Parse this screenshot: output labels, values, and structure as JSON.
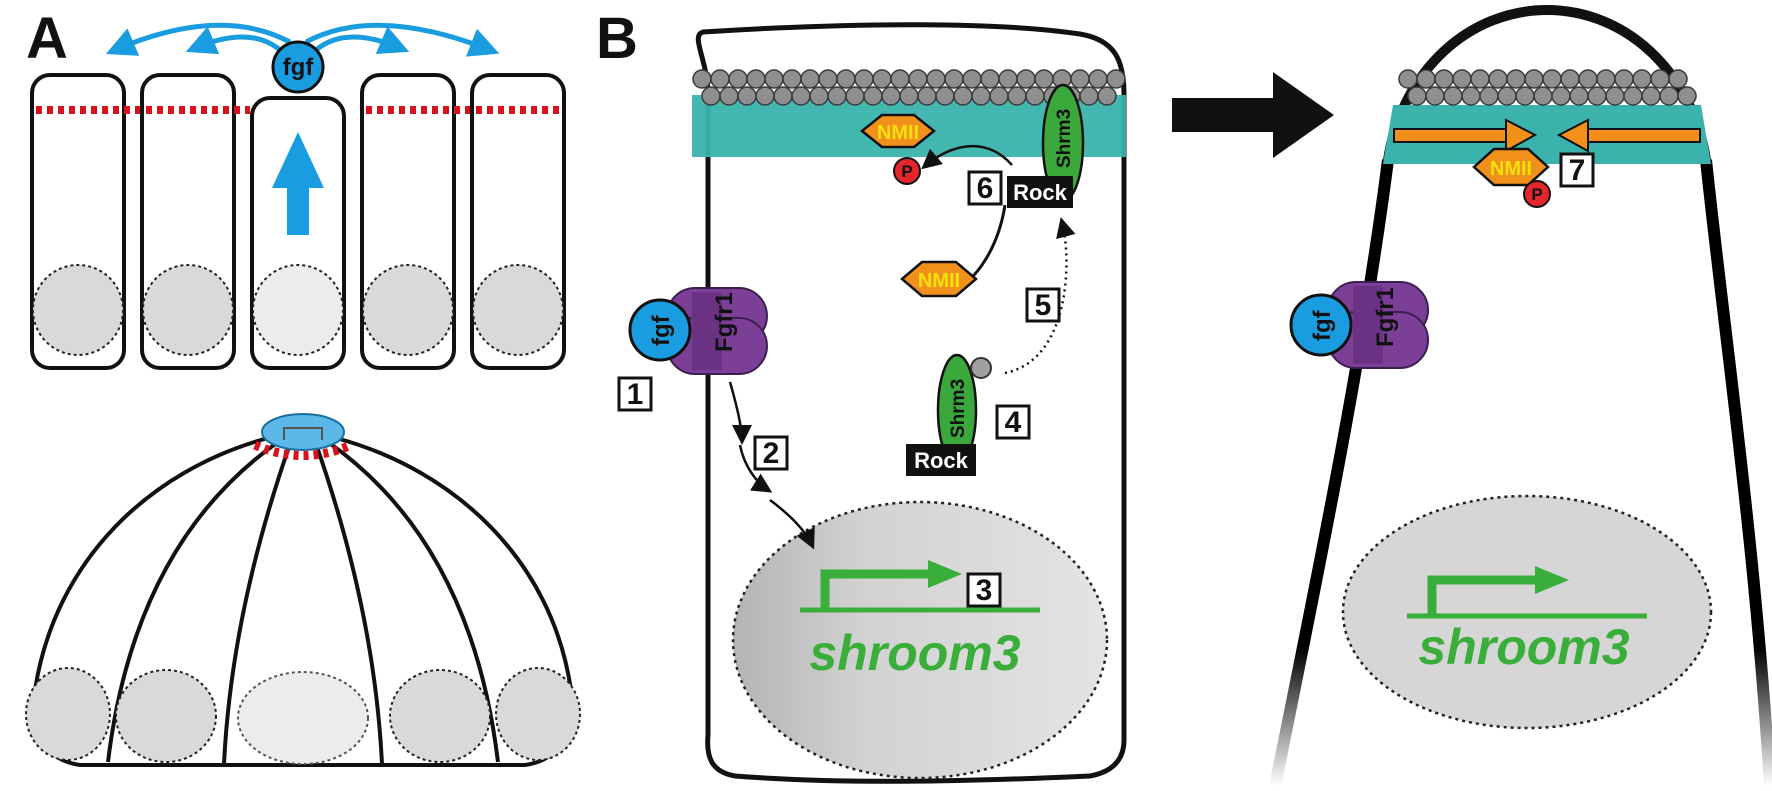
{
  "panels": {
    "a": "A",
    "b": "B"
  },
  "labels": {
    "fgf": "fgf",
    "fgfr1": "Fgfr1",
    "nmii": "NMII",
    "phospho": "P",
    "rock": "Rock",
    "shrm3": "Shrm3",
    "gene": "shroom3"
  },
  "steps": [
    "1",
    "2",
    "3",
    "4",
    "5",
    "6",
    "7"
  ],
  "colors": {
    "fgf_blue": "#1a9ce0",
    "receptor_purple": "#7c3f98",
    "nmii_orange": "#f2901c",
    "nmii_text": "#f6e10a",
    "phospho_red": "#e3262b",
    "shroom_green": "#3aa83a",
    "actin_gray": "#8f8f8f",
    "apical_teal": "#3bb3ad",
    "junction_red": "#d8111a",
    "nucleus_gray": "#d9d9d9"
  }
}
